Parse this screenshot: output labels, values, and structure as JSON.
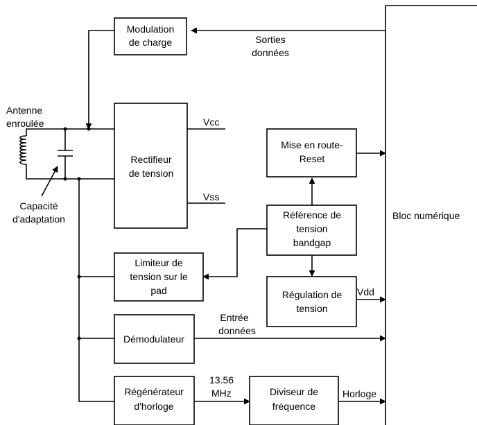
{
  "blocks": {
    "modulation": {
      "line1": "Modulation",
      "line2": "de charge"
    },
    "rectifier": {
      "line1": "Rectifieur",
      "line2": "de tension"
    },
    "reset": {
      "line1": "Mise en route-",
      "line2": "Reset"
    },
    "bandgap": {
      "line1": "Référence de",
      "line2": "tension",
      "line3": "bandgap"
    },
    "limiter": {
      "line1": "Limiteur de",
      "line2": "tension sur le",
      "line3": "pad"
    },
    "regulation": {
      "line1": "Régulation de",
      "line2": "tension"
    },
    "demodulator": {
      "line1": "Démodulateur"
    },
    "clock_regen": {
      "line1": "Régénérateur",
      "line2": "d'horloge"
    },
    "divider": {
      "line1": "Diviseur de",
      "line2": "fréquence"
    },
    "digital": {
      "line1": "Bloc numérique"
    }
  },
  "labels": {
    "antenna_line1": "Antenne",
    "antenna_line2": "enroulée",
    "capacitor_line1": "Capacité",
    "capacitor_line2": "d'adaptation",
    "data_out_line1": "Sorties",
    "data_out_line2": "données",
    "data_in_line1": "Entrée",
    "data_in_line2": "données",
    "vcc": "Vcc",
    "vss": "Vss",
    "vdd": "Vdd",
    "freq_line1": "13.56",
    "freq_line2": "MHz",
    "clock": "Horloge"
  }
}
